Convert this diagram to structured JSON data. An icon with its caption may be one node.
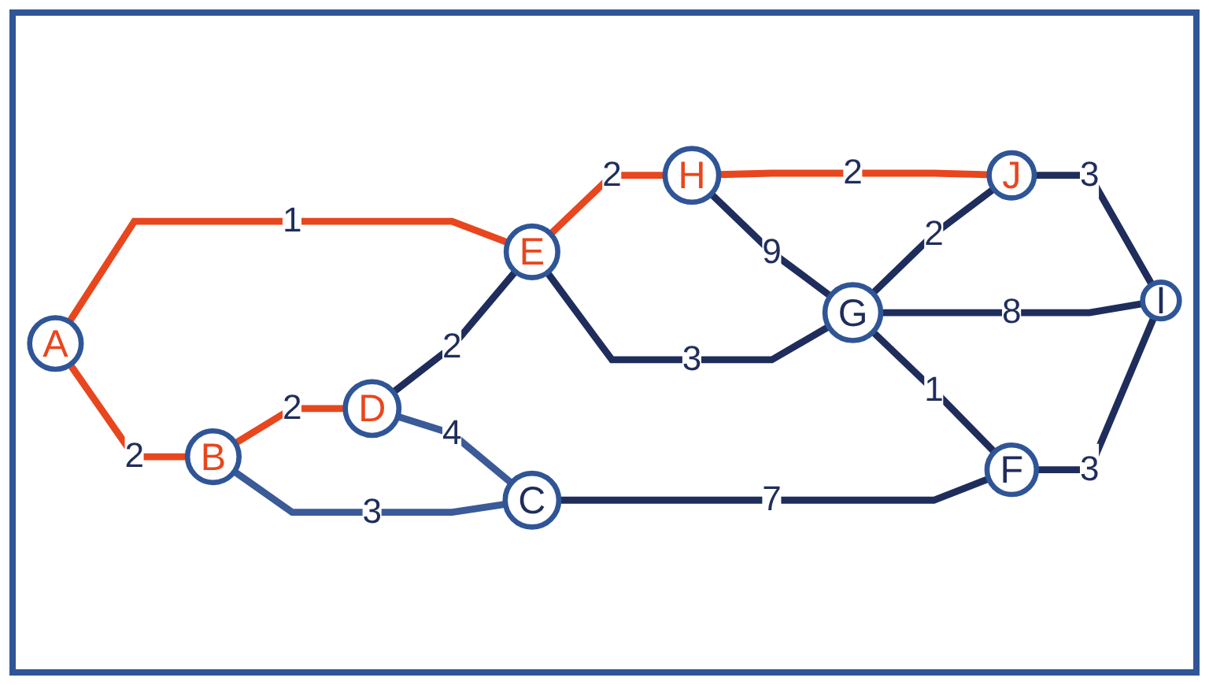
{
  "diagram": {
    "nodes": [
      {
        "text": [
          "A"
        ]
      },
      {
        "text": [
          "B"
        ]
      },
      {
        "text": [
          "C"
        ]
      },
      {
        "text": [
          "D"
        ]
      },
      {
        "text": [
          "E"
        ]
      },
      {
        "text": [
          "F"
        ]
      },
      {
        "text": [
          "G"
        ]
      },
      {
        "text": [
          "H"
        ]
      },
      {
        "text": [
          "I"
        ]
      },
      {
        "text": [
          "J"
        ]
      }
    ],
    "edges": [
      {
        "from": 0,
        "to": 4,
        "arrow": "none",
        "label": "1",
        "color": "#e8461e"
      },
      {
        "from": 0,
        "to": 1,
        "arrow": "none",
        "label": "2",
        "color": "#e8461e"
      },
      {
        "from": 1,
        "to": 3,
        "arrow": "none",
        "label": "2",
        "color": "#e8461e"
      },
      {
        "from": 4,
        "to": 7,
        "arrow": "none",
        "label": "2",
        "color": "#e8461e"
      },
      {
        "from": 7,
        "to": 9,
        "arrow": "none",
        "label": "2",
        "color": "#e8461e"
      },
      {
        "from": 3,
        "to": 4,
        "arrow": "none",
        "label": "2"
      },
      {
        "from": 4,
        "to": 6,
        "arrow": "none",
        "label": "3"
      },
      {
        "from": 7,
        "to": 6,
        "arrow": "none",
        "label": "9"
      },
      {
        "from": 6,
        "to": 9,
        "arrow": "none",
        "label": "2"
      },
      {
        "from": 9,
        "to": 8,
        "arrow": "none",
        "label": "3"
      },
      {
        "from": 6,
        "to": 8,
        "arrow": "none",
        "label": "8"
      },
      {
        "from": 6,
        "to": 5,
        "arrow": "none",
        "label": "1"
      },
      {
        "from": 1,
        "to": 2,
        "arrow": "none",
        "label": "3",
        "color": "#3a5a98"
      },
      {
        "from": 3,
        "to": 2,
        "arrow": "none",
        "label": "4",
        "color": "#3a5a98"
      },
      {
        "from": 2,
        "to": 5,
        "arrow": "none",
        "label": "7"
      },
      {
        "from": 5,
        "to": 8,
        "arrow": "none",
        "label": "3"
      }
    ]
  }
}
